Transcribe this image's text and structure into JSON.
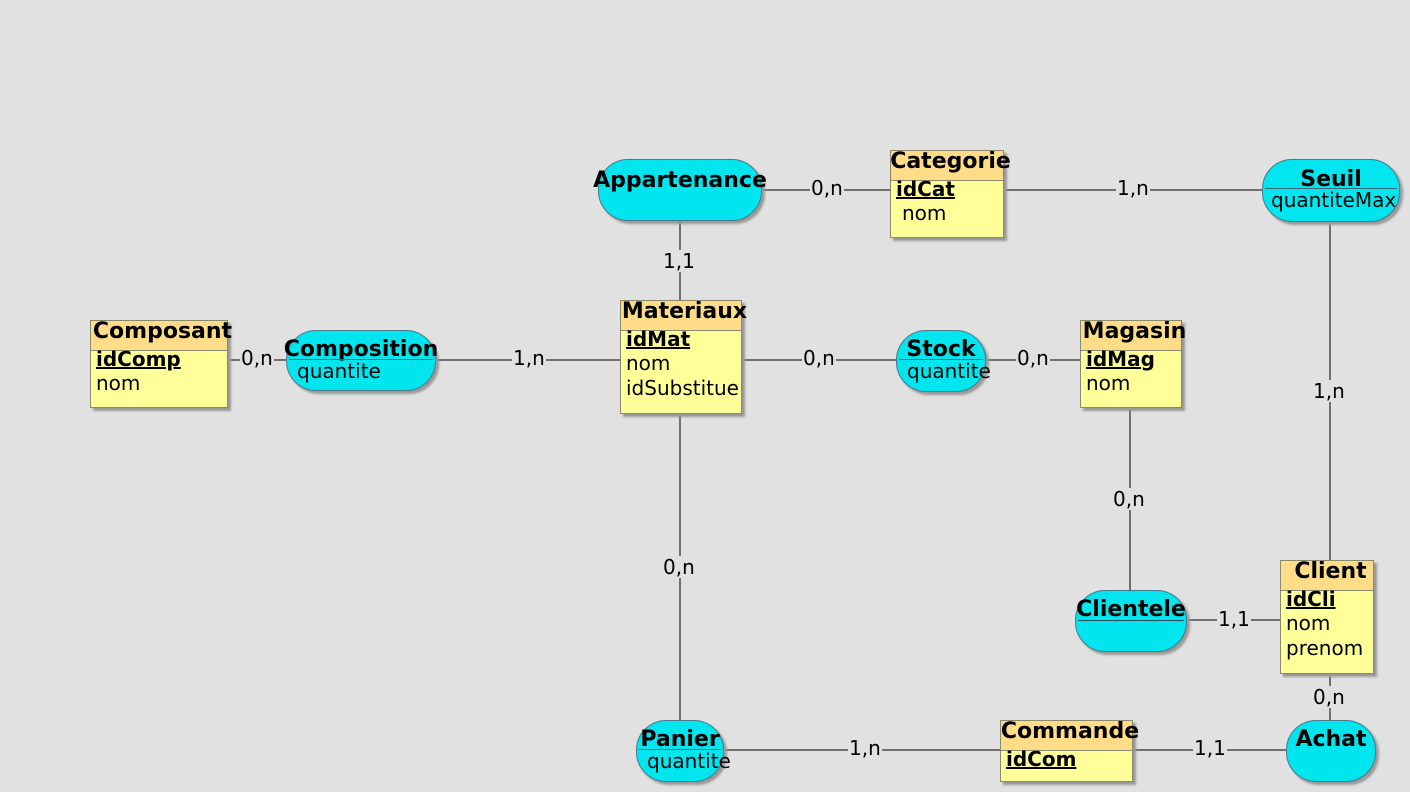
{
  "entities": {
    "composant": {
      "name": "Composant",
      "key": "idComp",
      "attrs": [
        "nom"
      ]
    },
    "materiaux": {
      "name": "Materiaux",
      "key": "idMat",
      "attrs": [
        "nom",
        "idSubstitue"
      ]
    },
    "categorie": {
      "name": "Categorie",
      "key": "idCat",
      "attrs": [
        "nom"
      ]
    },
    "magasin": {
      "name": "Magasin",
      "key": "idMag",
      "attrs": [
        "nom"
      ]
    },
    "client": {
      "name": "Client",
      "key": "idCli",
      "attrs": [
        "nom",
        "prenom"
      ]
    },
    "commande": {
      "name": "Commande",
      "key": "idCom",
      "attrs": []
    }
  },
  "associations": {
    "appartenance": {
      "name": "Appartenance",
      "attr": ""
    },
    "composition": {
      "name": "Composition",
      "attr": "quantite"
    },
    "stock": {
      "name": "Stock",
      "attr": "quantite"
    },
    "seuil": {
      "name": "Seuil",
      "attr": "quantiteMax"
    },
    "clientele": {
      "name": "Clientele",
      "attr": ""
    },
    "panier": {
      "name": "Panier",
      "attr": "quantite"
    },
    "achat": {
      "name": "Achat",
      "attr": ""
    }
  },
  "cardinalities": {
    "appartenance_categorie": "0,n",
    "categorie_seuil": "1,n",
    "appartenance_materiaux": "1,1",
    "composant_composition": "0,n",
    "composition_materiaux": "1,n",
    "materiaux_stock": "0,n",
    "stock_magasin": "0,n",
    "seuil_client": "1,n",
    "magasin_clientele": "0,n",
    "materiaux_panier": "0,n",
    "clientele_client": "1,1",
    "client_achat": "0,n",
    "panier_commande": "1,n",
    "commande_achat": "1,1"
  },
  "colors": {
    "background": "#e1e1e1",
    "entity_body": "#ffff99",
    "entity_header": "#ffdd88",
    "association": "#00e5ee"
  }
}
